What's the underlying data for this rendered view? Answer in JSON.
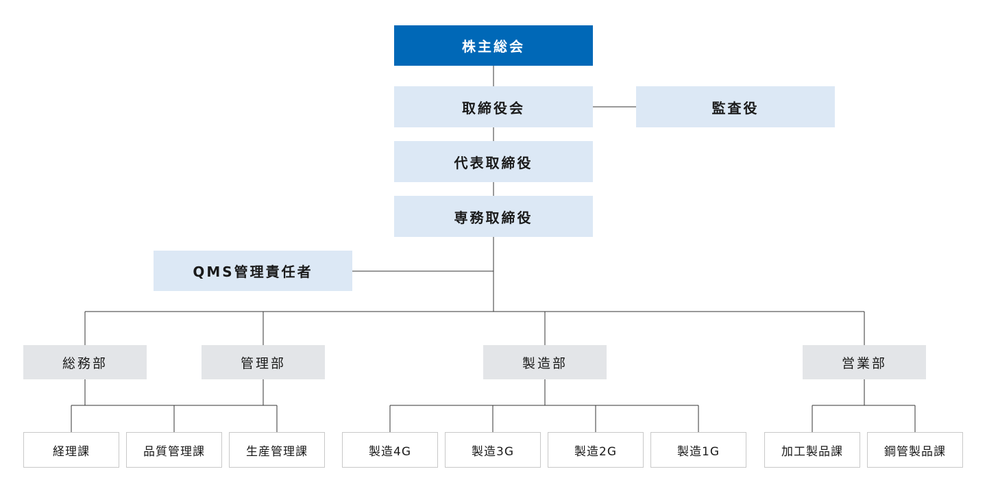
{
  "top": {
    "label": "株主総会"
  },
  "board": {
    "label": "取締役会"
  },
  "auditor": {
    "label": "監査役"
  },
  "president": {
    "label": "代表取締役"
  },
  "senior_director": {
    "label": "専務取締役"
  },
  "qms_manager": {
    "label": "QMS管理責任者"
  },
  "departments": [
    {
      "label": "総務部"
    },
    {
      "label": "管理部"
    },
    {
      "label": "製造部"
    },
    {
      "label": "営業部"
    }
  ],
  "sections": [
    {
      "label": "経理課"
    },
    {
      "label": "品質管理課"
    },
    {
      "label": "生産管理課"
    },
    {
      "label": "製造4G"
    },
    {
      "label": "製造3G"
    },
    {
      "label": "製造2G"
    },
    {
      "label": "製造1G"
    },
    {
      "label": "加工製品課"
    },
    {
      "label": "鋼管製品課"
    }
  ],
  "colors": {
    "top_fill": "#0068b7",
    "exec_fill": "#dce8f5",
    "dept_fill": "#e3e5e8",
    "section_border": "#c8c8c8",
    "connector": "#333333"
  }
}
